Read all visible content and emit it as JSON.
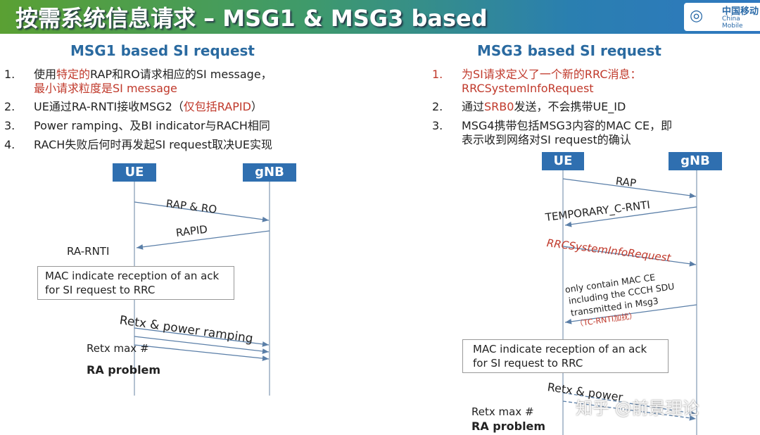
{
  "header": {
    "title": "按需系统信息请求 – MSG1 & MSG3 based",
    "logo_cn": "中国移动",
    "logo_en": "China Mobile"
  },
  "left": {
    "heading": "MSG1 based SI request",
    "items": [
      {
        "num": "1.",
        "parts": [
          "使用",
          "特定的",
          "RAP和RO请求相应的SI message，"
        ],
        "line2": "最小请求粒度是SI message"
      },
      {
        "num": "2.",
        "parts": [
          "UE通过RA-RNTI接收MSG2（",
          "仅包括RAPID",
          "）"
        ]
      },
      {
        "num": "3.",
        "text": "Power ramping、及BI indicator与RACH相同"
      },
      {
        "num": "4.",
        "text": "RACH失败后何时再发起SI request取决UE实现"
      }
    ],
    "diagram": {
      "ue": "UE",
      "gnb": "gNB",
      "msg1": "RAP & RO",
      "msg2": "RAPID",
      "ra_rnti": "RA-RNTI",
      "box": "MAC indicate reception of an ack for SI request to RRC",
      "retx": "Retx & power ramping",
      "retx_max": "Retx max #",
      "ra_problem": "RA problem"
    }
  },
  "right": {
    "heading": "MSG3 based SI request",
    "items": [
      {
        "num": "1.",
        "text": "为SI请求定义了一个新的RRC消息：",
        "line2": "RRCSystemInfoRequest"
      },
      {
        "num": "2.",
        "parts": [
          "通过",
          "SRB0",
          "发送，不会携带UE_ID"
        ]
      },
      {
        "num": "3.",
        "text": "MSG4携带包括MSG3内容的MAC CE，即",
        "line2": "表示收到网络对SI request的确认"
      }
    ],
    "diagram": {
      "ue": "UE",
      "gnb": "gNB",
      "msg1": "RAP",
      "msg2": "TEMPORARY_C-RNTI",
      "msg3": "RRCSystemInfoRequest",
      "msg4_l1": "only contain MAC CE",
      "msg4_l2": "including the CCCH SDU",
      "msg4_l3": "transmitted in Msg3",
      "msg4_note": "（TC-RNTI加扰）",
      "box": "MAC indicate reception of an ack for SI request to RRC",
      "retx": "Retx & power",
      "retx_max": "Retx max #",
      "ra_problem": "RA problem"
    }
  },
  "watermark": "知乎 @前景理论",
  "colors": {
    "accent_red": "#c0392b",
    "heading_blue": "#2a6aa0",
    "node_blue": "#2f6fb0"
  }
}
